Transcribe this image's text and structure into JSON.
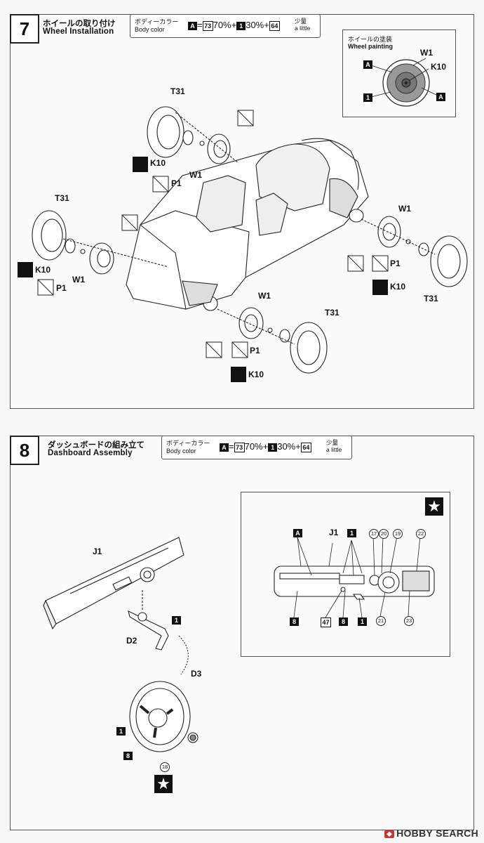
{
  "step7": {
    "number": "7",
    "title_jp": "ホイールの取り付け",
    "title_en": "Wheel Installation",
    "color": {
      "label_jp": "ボディーカラー",
      "label_en": "Body color",
      "a": "A",
      "eq": "=",
      "c73": "73",
      "p70": "70%",
      "plus1": "+",
      "one": "1",
      "p30": "30%",
      "plus2": "+",
      "c64": "64",
      "little_jp": "少量",
      "little_en": "a little"
    },
    "inset": {
      "title_jp": "ホイールの塗装",
      "title_en": "Wheel painting",
      "w1": "W1",
      "k10": "K10",
      "a_left": "A",
      "a_right": "A",
      "one": "1"
    },
    "parts": {
      "t31_top": "T31",
      "k10_top": "K10",
      "p1_top": "P1",
      "w1_top": "W1",
      "t31_left": "T31",
      "k10_left": "K10",
      "p1_left": "P1",
      "w1_left": "W1",
      "w1_right": "W1",
      "p1_right": "P1",
      "k10_right": "K10",
      "t31_right": "T31",
      "w1_front": "W1",
      "t31_front": "T31",
      "p1_front": "P1",
      "k10_front": "K10"
    }
  },
  "step8": {
    "number": "8",
    "title_jp": "ダッシュボードの組み立て",
    "title_en": "Dashboard Assembly",
    "color": {
      "label_jp": "ボディーカラー",
      "label_en": "Body color",
      "a": "A",
      "eq": "=",
      "c73": "73",
      "p70": "70%",
      "plus1": "+",
      "one": "1",
      "p30": "30%",
      "plus2": "+",
      "c64": "64",
      "little_jp": "少量",
      "little_en": "a little"
    },
    "parts": {
      "j1": "J1",
      "one_a": "1",
      "d2": "D2",
      "d3": "D3",
      "one_b": "1",
      "eight": "8",
      "c18": "18"
    },
    "inset": {
      "a": "A",
      "j1": "J1",
      "one_top": "1",
      "c17": "17",
      "c20": "20",
      "c19": "19",
      "c22": "22",
      "eight_l": "8",
      "c47": "47",
      "eight_m": "8",
      "one_bot": "1",
      "c21": "21",
      "c23": "23"
    }
  },
  "star_symbol": "★",
  "watermark": {
    "brand": "HOBBY SEARCH",
    "icon": "hobby-search-logo-icon"
  }
}
